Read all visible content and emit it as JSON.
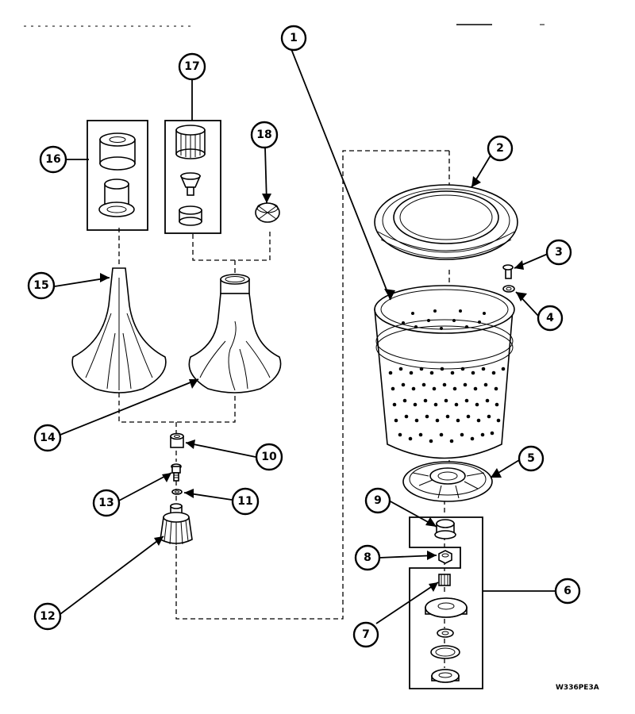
{
  "diagram": {
    "drawing_code": "W336PE3A",
    "callouts": [
      "1",
      "2",
      "3",
      "4",
      "5",
      "6",
      "7",
      "8",
      "9",
      "10",
      "11",
      "12",
      "13",
      "14",
      "15",
      "16",
      "17",
      "18"
    ]
  }
}
